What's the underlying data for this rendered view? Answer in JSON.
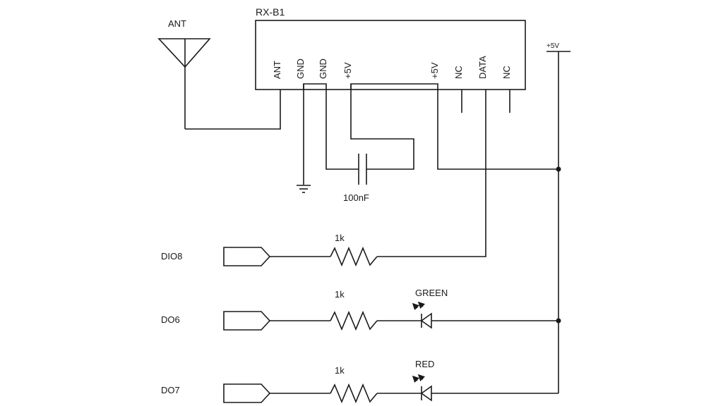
{
  "module": {
    "title": "RX-B1",
    "pins": [
      "ANT",
      "GND",
      "GND",
      "+5V",
      "+5V",
      "NC",
      "DATA",
      "NC"
    ]
  },
  "antenna": {
    "label": "ANT"
  },
  "power": {
    "label": "+5V"
  },
  "capacitor": {
    "label": "100nF"
  },
  "resistors": {
    "r1": "1k",
    "r2": "1k",
    "r3": "1k"
  },
  "leds": {
    "green": "GREEN",
    "red": "RED"
  },
  "connectors": {
    "dio8": "DIO8",
    "do6": "DO6",
    "do7": "DO7"
  },
  "colors": {
    "ink": "#1a1a1a",
    "background": "#ffffff"
  }
}
